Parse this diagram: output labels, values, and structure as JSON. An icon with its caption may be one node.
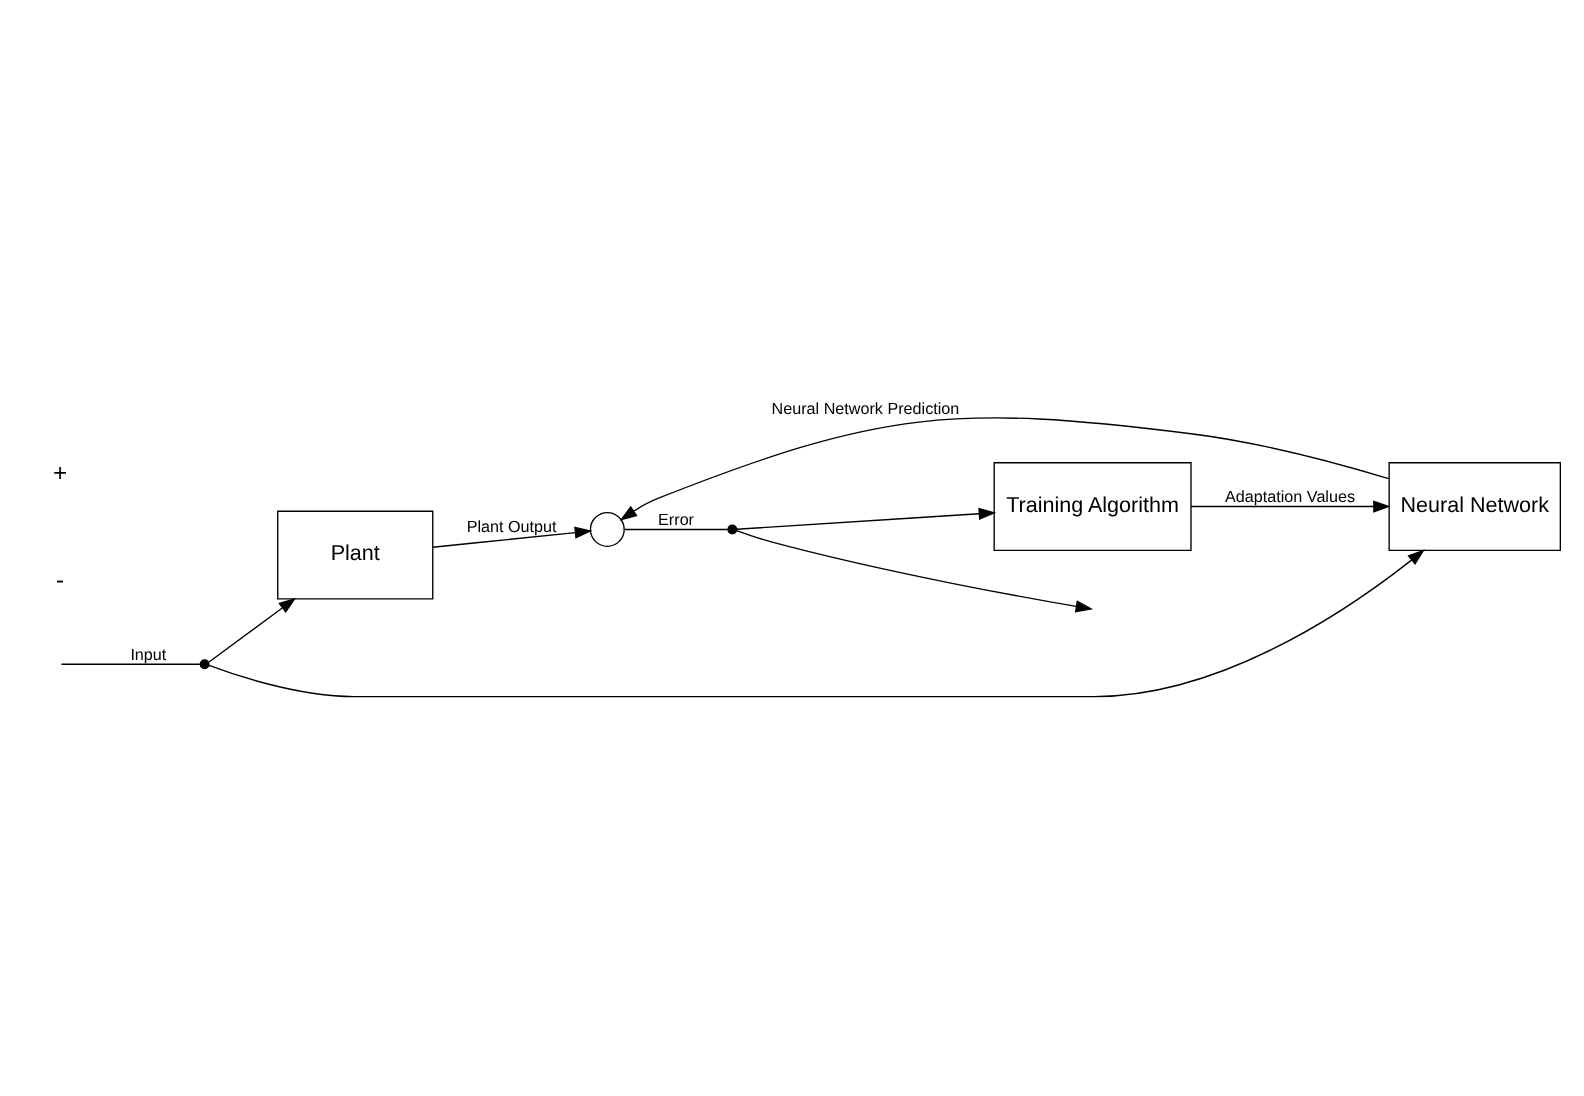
{
  "diagram": {
    "nodes": [
      {
        "text": [
          "Plant"
        ]
      },
      {
        "text": [
          "Neural Network"
        ]
      },
      {
        "text": [
          "Training Algorithm"
        ]
      },
      {
        "text": [],
        "shape": "circle"
      },
      {
        "text": [],
        "shape": "dot"
      },
      {
        "text": [],
        "shape": "dot"
      }
    ],
    "edges": [
      {
        "from": null,
        "to": 4,
        "arrow": "none",
        "label": "Input"
      },
      {
        "from": 4,
        "to": 0,
        "arrow": "to"
      },
      {
        "from": 4,
        "to": 1,
        "arrow": "to"
      },
      {
        "from": 0,
        "to": 3,
        "arrow": "to",
        "label": "Plant Output"
      },
      {
        "from": 1,
        "to": 3,
        "arrow": "to",
        "label": "Neural Network Prediction"
      },
      {
        "from": 3,
        "to": 5,
        "arrow": "none",
        "label": "Error"
      },
      {
        "from": 5,
        "to": null,
        "arrow": "to"
      },
      {
        "from": 5,
        "to": 2,
        "arrow": "to"
      },
      {
        "from": 2,
        "to": 1,
        "arrow": "to",
        "label": "Adaptation Values"
      }
    ],
    "labels": [
      "-",
      "+"
    ]
  }
}
